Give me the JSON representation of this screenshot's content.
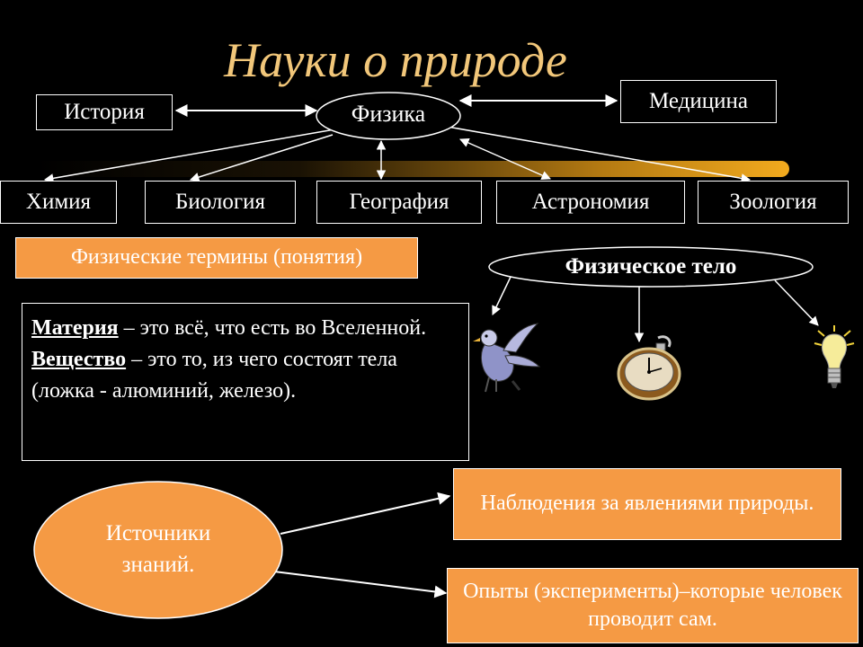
{
  "title": "Науки о природе",
  "center": "Физика",
  "top_nodes": {
    "left": "История",
    "right": "Медицина"
  },
  "sciences": [
    "Химия",
    "Биология",
    "География",
    "Астрономия",
    "Зоология"
  ],
  "terms_label": "Физические термины (понятия)",
  "body_label": "Физическое тело",
  "definitions": {
    "matter_term": "Материя",
    "matter_text": " – это всё, что есть во Вселенной.",
    "substance_term": "Вещество",
    "substance_text": " – это то, из чего состоят тела (ложка - алюминий, железо)."
  },
  "sources": {
    "label": "Источники знаний.",
    "observations": "Наблюдения за явлениями природы.",
    "experiments": "Опыты (эксперименты)–которые человек проводит сам."
  },
  "icons": [
    "bird-icon",
    "pocket-watch-icon",
    "lightbulb-icon"
  ],
  "colors": {
    "orange": "#f59a44",
    "title": "#f2c77a",
    "band": "#e9a21a"
  }
}
